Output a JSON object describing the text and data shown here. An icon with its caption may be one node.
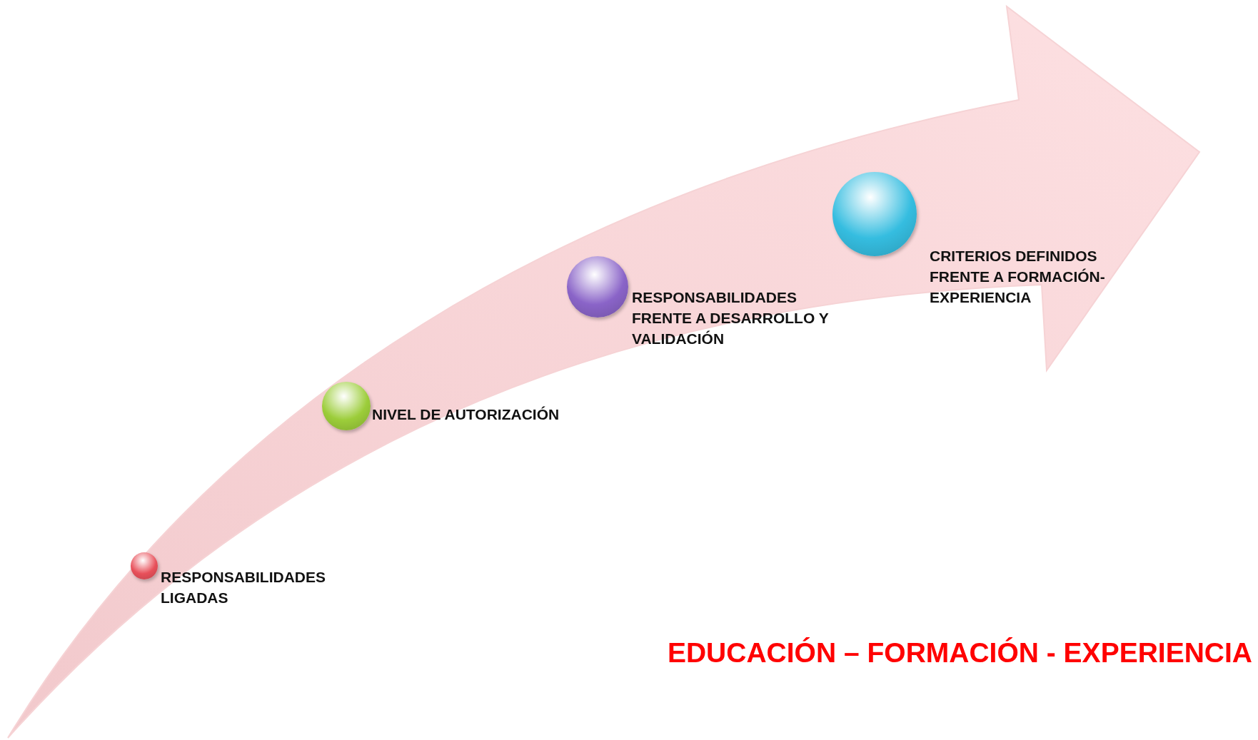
{
  "diagram": {
    "title": "EDUCACIÓN – FORMACIÓN - EXPERIENCIA",
    "nodes": [
      {
        "text": [],
        "shape": "circle",
        "beside": [
          "RESPONSABILIDADES LIGADAS"
        ]
      },
      {
        "text": [],
        "shape": "circle",
        "beside": [
          "NIVEL DE AUTORIZACIÓN"
        ]
      },
      {
        "text": [],
        "shape": "circle",
        "beside": [
          "RESPONSABILIDADES FRENTE A DESARROLLO Y VALIDACIÓN"
        ]
      },
      {
        "text": [],
        "shape": "circle",
        "beside": [
          "CRITERIOS DEFINIDOS FRENTE A FORMACIÓN- EXPERIENCIA"
        ]
      }
    ]
  }
}
